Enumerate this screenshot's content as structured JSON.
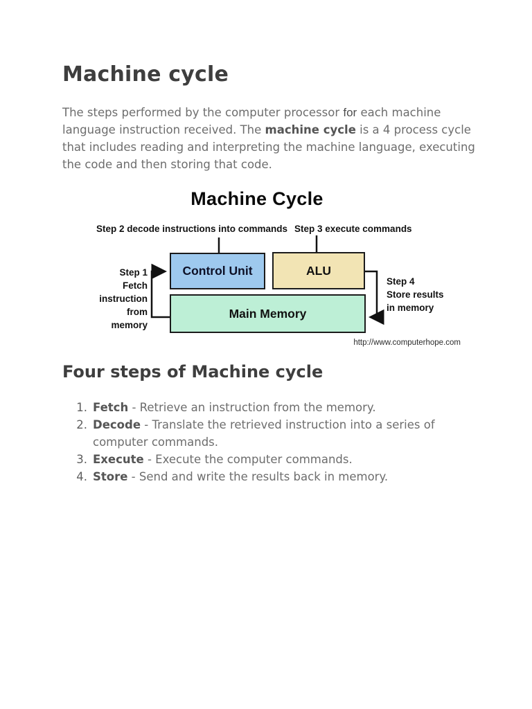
{
  "doc": {
    "title": "Machine cycle",
    "intro": {
      "seg1": "The steps performed by the computer processor ",
      "seg2": "for",
      "seg3": " each machine language instruction received. The ",
      "seg4": "machine cycle",
      "seg5": " is a 4 process cycle that includes reading and interpreting the machine language, executing the code and then storing that code."
    },
    "section_heading": "Four steps of Machine cycle",
    "steps": [
      {
        "num": "1.",
        "term": "Fetch",
        "desc": " - Retrieve an instruction from the memory."
      },
      {
        "num": "2.",
        "term": "Decode",
        "desc": " - Translate the retrieved instruction into a series of computer commands."
      },
      {
        "num": "3.",
        "term": "Execute",
        "desc": " - Execute the computer commands."
      },
      {
        "num": "4.",
        "term": "Store",
        "desc": " - Send and write the results back in memory."
      }
    ]
  },
  "diagram": {
    "title": "Machine Cycle",
    "step2_label": "Step 2 decode instructions into commands",
    "step3_label": "Step 3 execute commands",
    "step1_lines": [
      "Step 1",
      "Fetch",
      "instruction",
      "from memory"
    ],
    "step4_lines": [
      "Step 4",
      "Store results",
      "in memory"
    ],
    "boxes": {
      "control_unit": {
        "label": "Control Unit",
        "fill": "#9ec9ee"
      },
      "alu": {
        "label": "ALU",
        "fill": "#f2e4b4"
      },
      "main_memory": {
        "label": "Main Memory",
        "fill": "#bdefd6"
      }
    },
    "credit": "http://www.computerhope.com",
    "flow": [
      "Step 1: Main Memory -> Control Unit (fetch instruction from memory)",
      "Step 2: decode instructions into commands (Control Unit)",
      "Step 3: execute commands (ALU)",
      "Step 4: ALU -> Main Memory (store results in memory)"
    ]
  },
  "colors": {
    "page_background": "#ffffff",
    "heading_text": "#3e3e3e",
    "body_text": "#6d6d6d",
    "emphasis_text": "#555555",
    "diagram_line": "#111111",
    "control_unit_fill": "#9ec9ee",
    "alu_fill": "#f2e4b4",
    "main_memory_fill": "#bdefd6"
  }
}
